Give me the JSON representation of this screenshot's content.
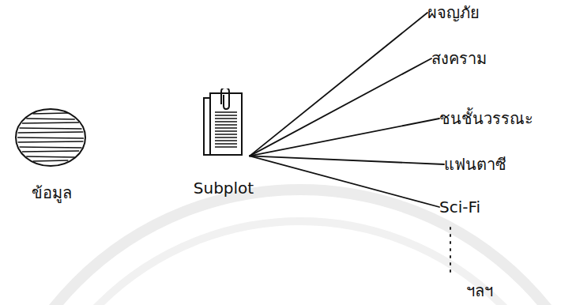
{
  "diagram": {
    "nodes": [
      {
        "text": [
          "ข้อมูล"
        ]
      },
      {
        "text": [
          "Subplot"
        ]
      },
      {
        "text": [
          "ผจญภัย"
        ]
      },
      {
        "text": [
          "สงคราม"
        ]
      },
      {
        "text": [
          "ชนชั้นวรรณะ"
        ]
      },
      {
        "text": [
          "แฟนตาซี"
        ]
      },
      {
        "text": [
          "Sci-Fi"
        ]
      }
    ],
    "edges": [
      {
        "from": 1,
        "to": 2,
        "arrow": "none"
      },
      {
        "from": 1,
        "to": 3,
        "arrow": "none"
      },
      {
        "from": 1,
        "to": 4,
        "arrow": "none"
      },
      {
        "from": 1,
        "to": 5,
        "arrow": "none"
      },
      {
        "from": 1,
        "to": 6,
        "arrow": "none"
      }
    ],
    "labels": [
      "ฯลฯ"
    ]
  }
}
